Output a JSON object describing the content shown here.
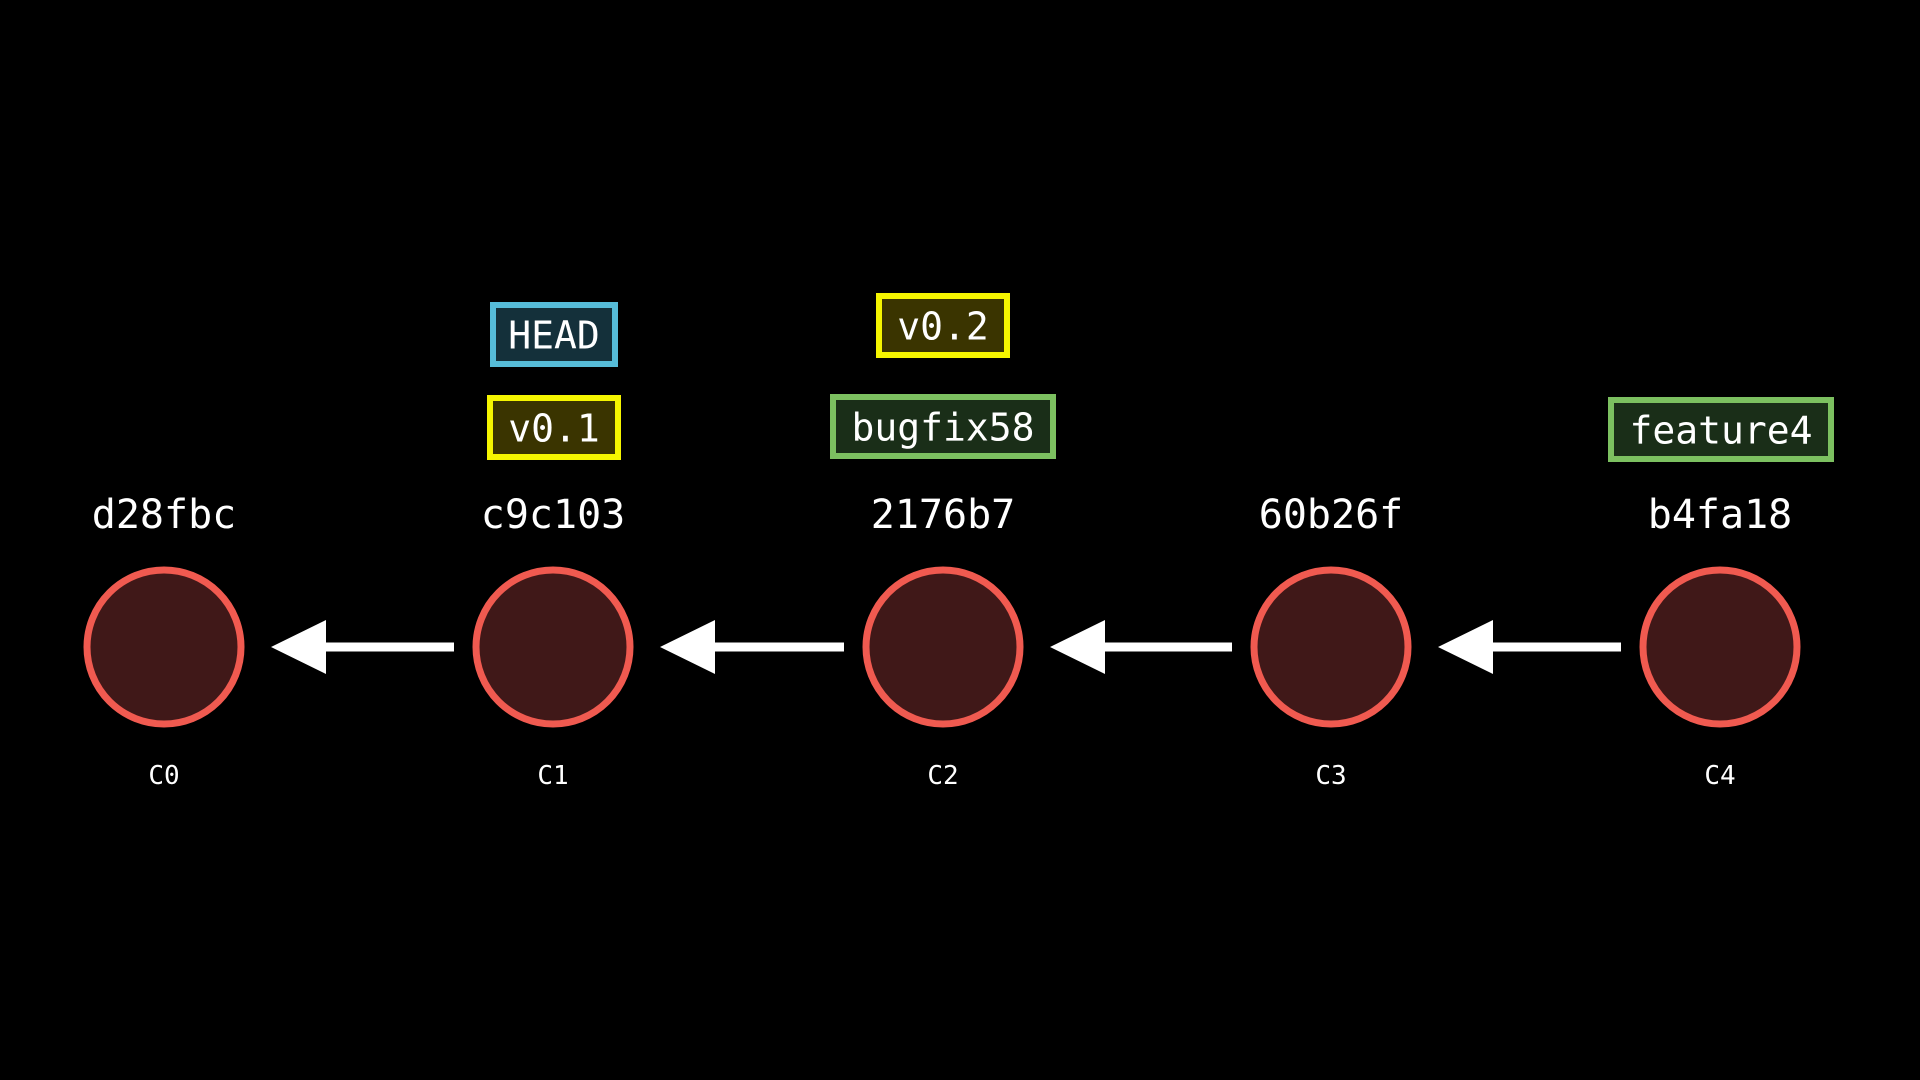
{
  "colors": {
    "background": "#000000",
    "commit_fill": "#401818",
    "commit_stroke": "#f05a50",
    "arrow": "#ffffff",
    "head_border": "#56bcd8",
    "head_fill": "#14303a",
    "tag_border": "#f5f500",
    "tag_fill": "#3a3400",
    "branch_border": "#7cc060",
    "branch_fill": "#1a2e18"
  },
  "commits": [
    {
      "id": "C0",
      "hash": "d28fbc"
    },
    {
      "id": "C1",
      "hash": "c9c103"
    },
    {
      "id": "C2",
      "hash": "2176b7"
    },
    {
      "id": "C3",
      "hash": "60b26f"
    },
    {
      "id": "C4",
      "hash": "b4fa18"
    }
  ],
  "refs": [
    {
      "label": "HEAD",
      "kind": "head",
      "commit": "C1"
    },
    {
      "label": "v0.1",
      "kind": "tag",
      "commit": "C1"
    },
    {
      "label": "v0.2",
      "kind": "tag",
      "commit": "C2"
    },
    {
      "label": "bugfix58",
      "kind": "branch",
      "commit": "C2"
    },
    {
      "label": "feature4",
      "kind": "branch",
      "commit": "C4"
    }
  ]
}
